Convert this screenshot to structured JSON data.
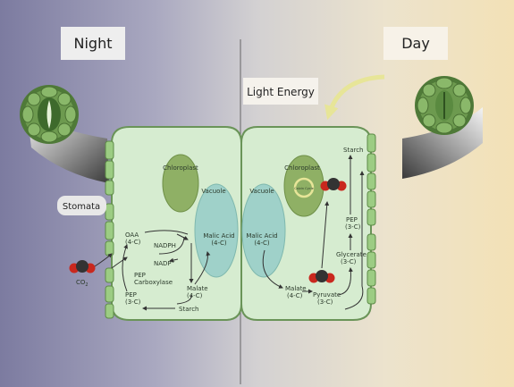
{
  "night": {
    "heading": "Night",
    "stomata": "Stomata",
    "co2": "CO",
    "co2_sub": "2",
    "chloroplast": "Chloroplast",
    "vacuole": "Vacuole",
    "malic_acid": "Malic Acid",
    "malic_acid_c": "(4-C)",
    "oaa": "OAA",
    "oaa_c": "(4-C)",
    "nadph": "NADPH",
    "nadp": "NADP",
    "nadp_sup": "+",
    "pep_carboxylase_1": "PEP",
    "pep_carboxylase_2": "Carboxylase",
    "pep": "PEP",
    "pep_c": "(3-C)",
    "malate": "Malate",
    "malate_c": "(4-C)",
    "starch": "Starch"
  },
  "day": {
    "heading": "Day",
    "light_energy": "Light Energy",
    "chloroplast": "Chloroplast",
    "calvin_cycle": "Calvin Cycle",
    "vacuole": "Vacuole",
    "malic_acid": "Malic Acid",
    "malic_acid_c": "(4-C)",
    "malate": "Malate",
    "malate_c": "(4-C)",
    "pyruvate": "Pyruvate",
    "pyruvate_c": "(3-C)",
    "glycerate": "Glycerate",
    "glycerate_c": "(3-C)",
    "pep": "PEP",
    "pep_c": "(3-C)",
    "starch": "Starch"
  },
  "colors": {
    "night_bg": "#7f7fa1",
    "day_bg": "#f1e3bb",
    "cell_fill": "#d6ecd0",
    "cell_stroke": "#6a9458",
    "chloroplast": "#8fb065",
    "vacuole": "#9fd1c9",
    "guard_cell": "#5f8a44",
    "carbon": "#333333",
    "oxygen": "#c9281e",
    "light_arrow": "#e7e598"
  }
}
